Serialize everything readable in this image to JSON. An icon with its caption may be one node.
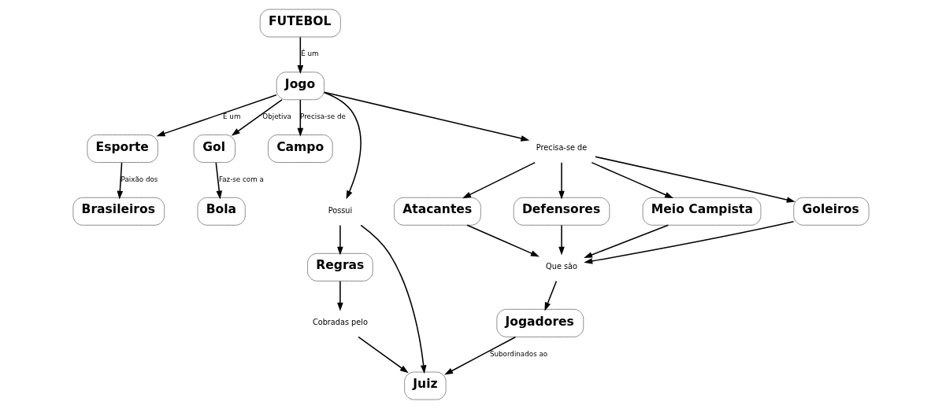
{
  "diagram": {
    "nodes": [
      {
        "text": [
          "FUTEBOL"
        ]
      },
      {
        "text": [
          "Jogo"
        ]
      },
      {
        "text": [
          "Esporte"
        ]
      },
      {
        "text": [
          "Gol"
        ]
      },
      {
        "text": [
          "Campo"
        ]
      },
      {
        "text": [
          "Possui"
        ]
      },
      {
        "text": [
          "Regras"
        ]
      },
      {
        "text": [
          "Juiz"
        ]
      },
      {
        "text": [
          "Precisa-se de"
        ]
      },
      {
        "text": [
          "Atacantes"
        ]
      },
      {
        "text": [
          "Defensores"
        ]
      },
      {
        "text": [
          "Meio Campista"
        ]
      },
      {
        "text": [
          "Goleiros"
        ]
      },
      {
        "text": [
          "Que são"
        ]
      },
      {
        "text": [
          "Bola"
        ]
      },
      {
        "text": [
          "Brasileiros"
        ]
      },
      {
        "text": [
          "Cobradas pelo"
        ]
      },
      {
        "text": [
          "Jogadores"
        ]
      }
    ],
    "edges": [
      {
        "from": 0,
        "to": 1,
        "arrow": "to",
        "label": "É um"
      },
      {
        "from": 1,
        "to": 2,
        "arrow": "to",
        "label": "É um"
      },
      {
        "from": 1,
        "to": 3,
        "arrow": "to",
        "label": "Objetiva"
      },
      {
        "from": 1,
        "to": 4,
        "arrow": "to",
        "label": "Precisa-se de"
      },
      {
        "from": 1,
        "to": 5,
        "arrow": "to"
      },
      {
        "from": 5,
        "to": 6,
        "arrow": "to"
      },
      {
        "from": 5,
        "to": 7,
        "arrow": "to"
      },
      {
        "from": 1,
        "to": 8,
        "arrow": "to"
      },
      {
        "from": 8,
        "to": 9,
        "arrow": "to"
      },
      {
        "from": 8,
        "to": 10,
        "arrow": "to"
      },
      {
        "from": 8,
        "to": 11,
        "arrow": "to"
      },
      {
        "from": 8,
        "to": 12,
        "arrow": "to"
      },
      {
        "from": 9,
        "to": 13,
        "arrow": "to"
      },
      {
        "from": 10,
        "to": 13,
        "arrow": "to"
      },
      {
        "from": 11,
        "to": 13,
        "arrow": "to"
      },
      {
        "from": 12,
        "to": 13,
        "arrow": "to"
      },
      {
        "from": 13,
        "to": 17,
        "arrow": "to"
      },
      {
        "from": 2,
        "to": 15,
        "arrow": "to",
        "label": "Paixão dos"
      },
      {
        "from": 3,
        "to": 14,
        "arrow": "to",
        "label": "Faz-se com a"
      },
      {
        "from": 6,
        "to": 16,
        "arrow": "to"
      },
      {
        "from": 16,
        "to": 7,
        "arrow": "to"
      },
      {
        "from": 17,
        "to": 7,
        "arrow": "to",
        "label": "Subordinados ao"
      }
    ]
  }
}
